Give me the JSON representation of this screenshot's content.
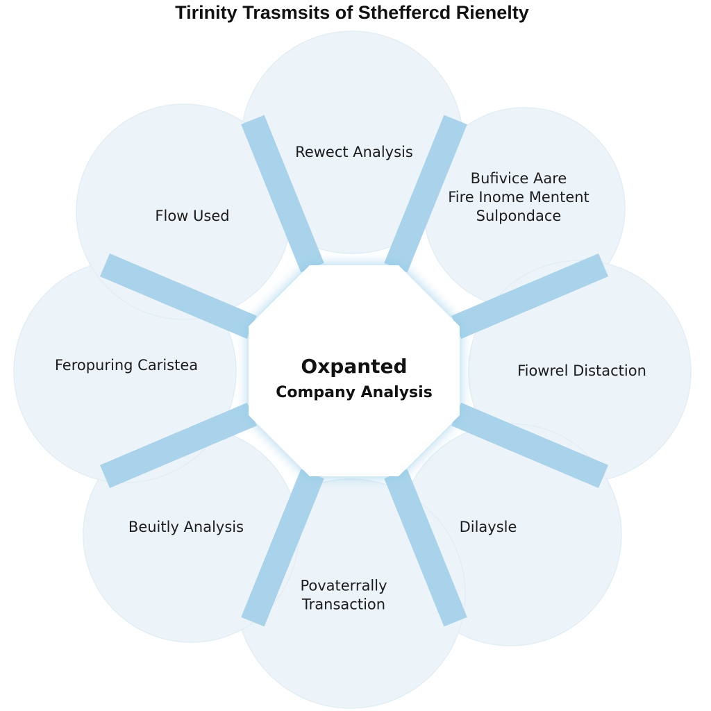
{
  "title": "Tirinity Trasmsits of Stheffercd Rienelty",
  "center": {
    "title": "Oxpanted",
    "subtitle": "Company Analysis"
  },
  "petals": [
    {
      "lines": [
        "Rewect Analysis"
      ]
    },
    {
      "lines": [
        "Bufivice Aare",
        "Fire Inome Mentent",
        "Sulpondace"
      ]
    },
    {
      "lines": [
        "Fiowrel Distaction"
      ]
    },
    {
      "lines": [
        "Dilaysle"
      ]
    },
    {
      "lines": [
        "Povaterrally",
        "Transaction"
      ]
    },
    {
      "lines": [
        "Beuitly Analysis"
      ]
    },
    {
      "lines": [
        "Feropuring Caristea"
      ]
    },
    {
      "lines": [
        "Flow Used"
      ]
    }
  ],
  "colors": {
    "petal_fill": "#edf4f9",
    "spoke": "#a9d3ea",
    "hub_glow": "#8ec9e8",
    "text": "#111111"
  }
}
